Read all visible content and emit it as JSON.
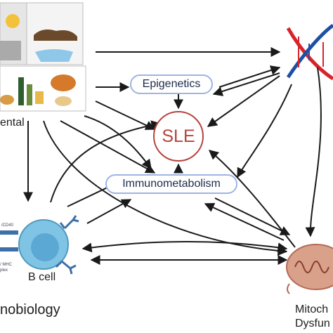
{
  "nodes": {
    "center": "SLE",
    "epigenetics": "Epigenetics",
    "immunometabolism": "Immunometabolism",
    "environmental_partial": "ental",
    "immunobiology_partial": "nobiology",
    "b_cell": "B cell",
    "mitochondrial_partial_1": "Mitoch",
    "mitochondrial_partial_2": "Dysfun"
  },
  "cell_labels": {
    "receptor_partial": "/CD40",
    "mhc_line1": "/ MHC",
    "mhc_line2": "plex"
  },
  "colors": {
    "arrow": "#1a1a1a",
    "sle_ring": "#b5443e",
    "pill_border": "#9fb4e3",
    "dna_red": "#d8232a",
    "dna_blue": "#1e4fa3",
    "b_cell_fill": "#7fc4e4",
    "mitochondria": "#d9a08a"
  }
}
